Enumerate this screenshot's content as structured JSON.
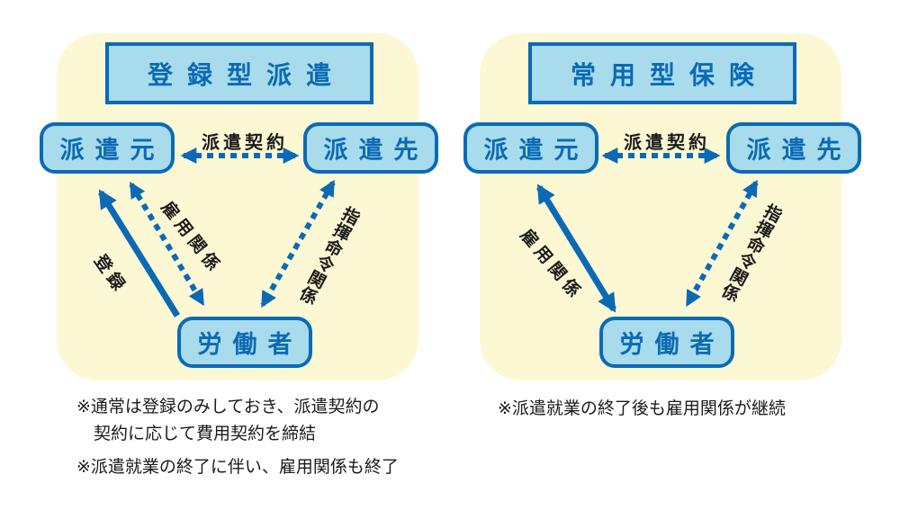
{
  "colors": {
    "blue": "#0b6ab5",
    "light_blue": "#a8dbec",
    "panel_yellow": "#fcf8d4",
    "text_dark": "#1b1b1b"
  },
  "left_diagram": {
    "title": "登録型派遣",
    "agency_box": "派遣元",
    "client_box": "派遣先",
    "worker_box": "労働者",
    "contract_arrow_label": "派遣契約",
    "registration_arrow_label": "登録",
    "employment_arrow_label": "雇用関係",
    "command_arrow_label": "指揮命令関係",
    "note_1": "※通常は登録のみしておき、派遣契約の\n　契約に応じて費用契約を締結",
    "note_2": "※派遣就業の終了に伴い、雇用関係も終了"
  },
  "right_diagram": {
    "title": "常用型保険",
    "agency_box": "派遣元",
    "client_box": "派遣先",
    "worker_box": "労働者",
    "contract_arrow_label": "派遣契約",
    "employment_arrow_label": "雇用関係",
    "command_arrow_label": "指揮命令関係",
    "note_1": "※派遣就業の終了後も雇用関係が継続"
  }
}
